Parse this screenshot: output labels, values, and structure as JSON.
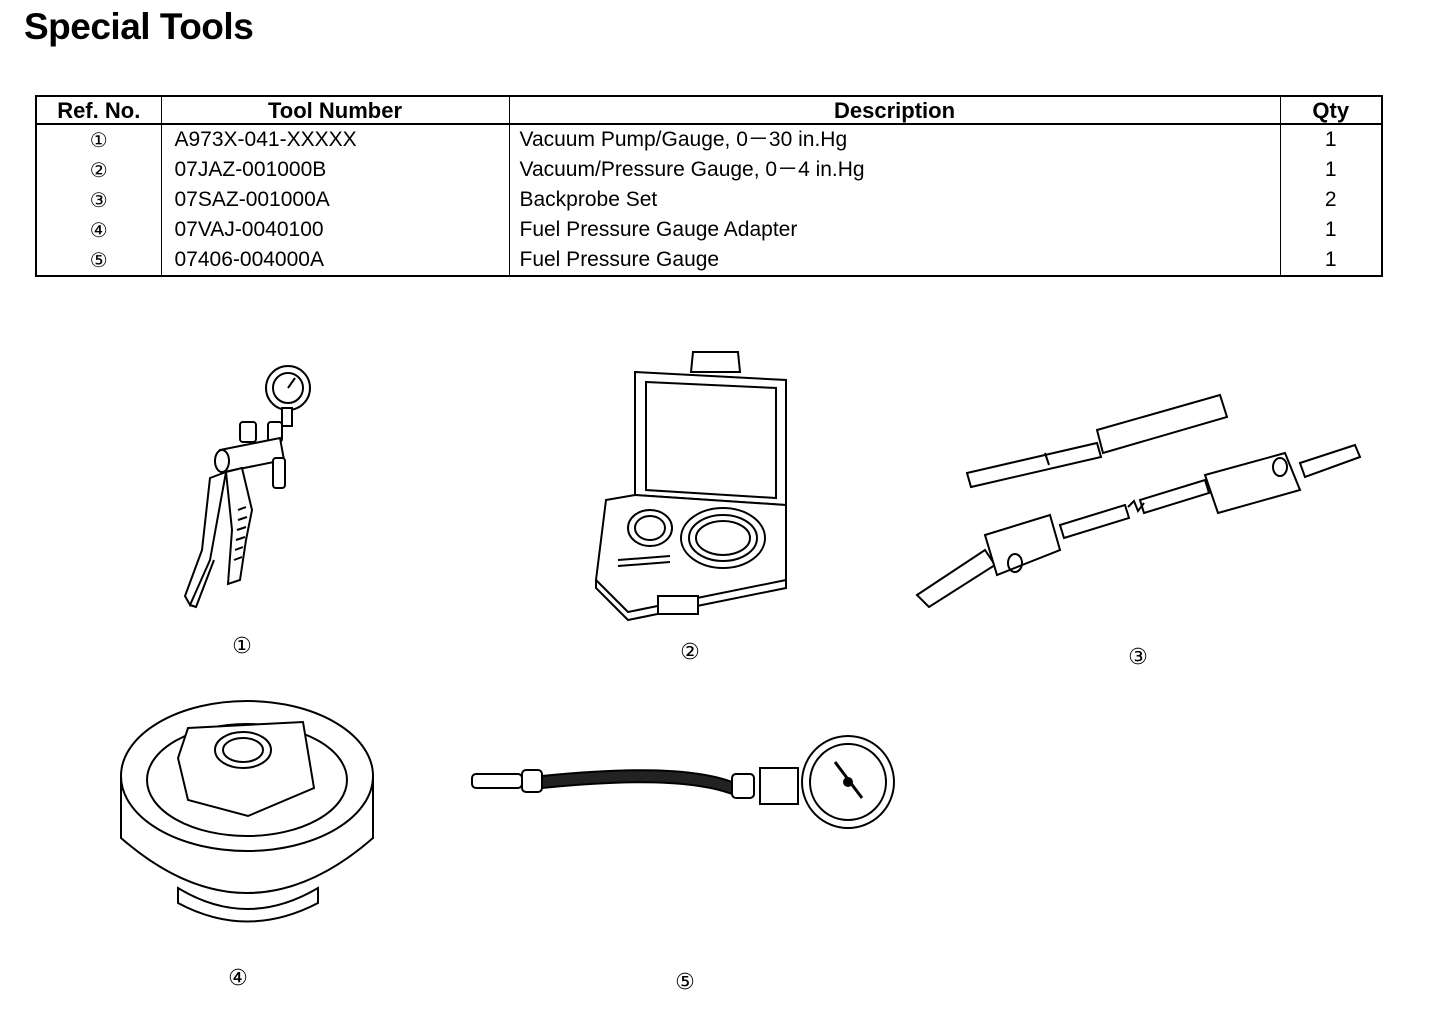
{
  "page": {
    "title": "Special Tools"
  },
  "table": {
    "headers": {
      "ref": "Ref. No.",
      "tool": "Tool Number",
      "desc": "Description",
      "qty": "Qty"
    },
    "rows": [
      {
        "ref": "①",
        "tool": "A973X-041-XXXXX",
        "desc": "Vacuum Pump/Gauge, 0－30 in.Hg",
        "qty": "1"
      },
      {
        "ref": "②",
        "tool": "07JAZ-001000B",
        "desc": "Vacuum/Pressure Gauge, 0－4 in.Hg",
        "qty": "1"
      },
      {
        "ref": "③",
        "tool": "07SAZ-001000A",
        "desc": "Backprobe Set",
        "qty": "2"
      },
      {
        "ref": "④",
        "tool": "07VAJ-0040100",
        "desc": "Fuel Pressure Gauge Adapter",
        "qty": "1"
      },
      {
        "ref": "⑤",
        "tool": "07406-004000A",
        "desc": "Fuel Pressure Gauge",
        "qty": "1"
      }
    ]
  },
  "figures": {
    "f1": {
      "label": "①",
      "icon": "vacuum-pump-gauge-icon"
    },
    "f2": {
      "label": "②",
      "icon": "gauge-case-icon"
    },
    "f3": {
      "label": "③",
      "icon": "backprobe-set-icon"
    },
    "f4": {
      "label": "④",
      "icon": "gauge-adapter-icon"
    },
    "f5": {
      "label": "⑤",
      "icon": "fuel-pressure-gauge-icon"
    }
  }
}
